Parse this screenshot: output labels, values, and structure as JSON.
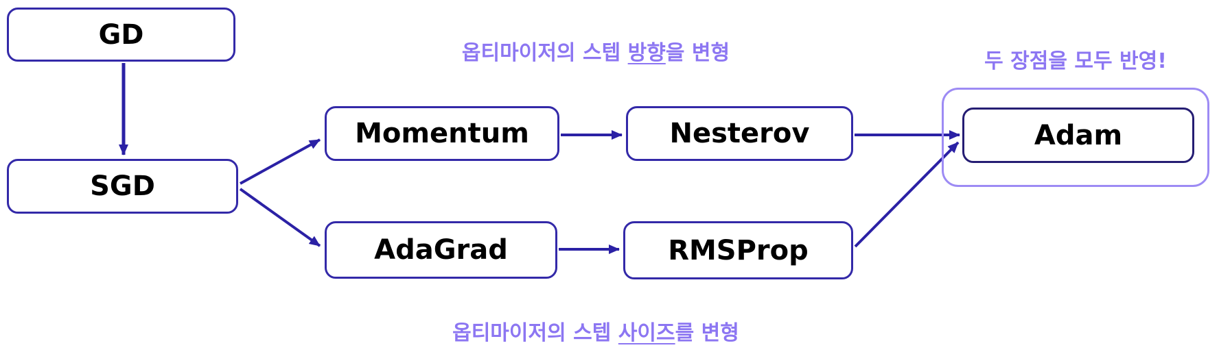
{
  "diagram": {
    "title_hint": "optimizer-evolution-flowchart",
    "nodes": {
      "gd": {
        "label": "GD"
      },
      "sgd": {
        "label": "SGD"
      },
      "momentum": {
        "label": "Momentum"
      },
      "nesterov": {
        "label": "Nesterov"
      },
      "adagrad": {
        "label": "AdaGrad"
      },
      "rmsprop": {
        "label": "RMSProp"
      },
      "adam": {
        "label": "Adam"
      }
    },
    "edges": [
      {
        "from": "GD",
        "to": "SGD"
      },
      {
        "from": "SGD",
        "to": "Momentum"
      },
      {
        "from": "SGD",
        "to": "AdaGrad"
      },
      {
        "from": "Momentum",
        "to": "Nesterov"
      },
      {
        "from": "AdaGrad",
        "to": "RMSProp"
      },
      {
        "from": "Nesterov",
        "to": "Adam"
      },
      {
        "from": "RMSProp",
        "to": "Adam"
      }
    ],
    "annotations": {
      "top": {
        "pre": "옵티마이저의 스텝 ",
        "underlined": "방향",
        "post": "을 변형"
      },
      "bottom": {
        "pre": "옵티마이저의 스텝 ",
        "underlined": "사이즈",
        "post": "를 변형"
      },
      "adam_note": "두 장점을 모두 반영!"
    },
    "colors": {
      "box_border": "#3329a8",
      "adam_box_border": "#251d73",
      "adam_container_border": "#9d8bf4",
      "arrow": "#2b21a5",
      "annotation_text": "#8c76f2",
      "node_text": "#000000",
      "background": "#ffffff"
    }
  }
}
